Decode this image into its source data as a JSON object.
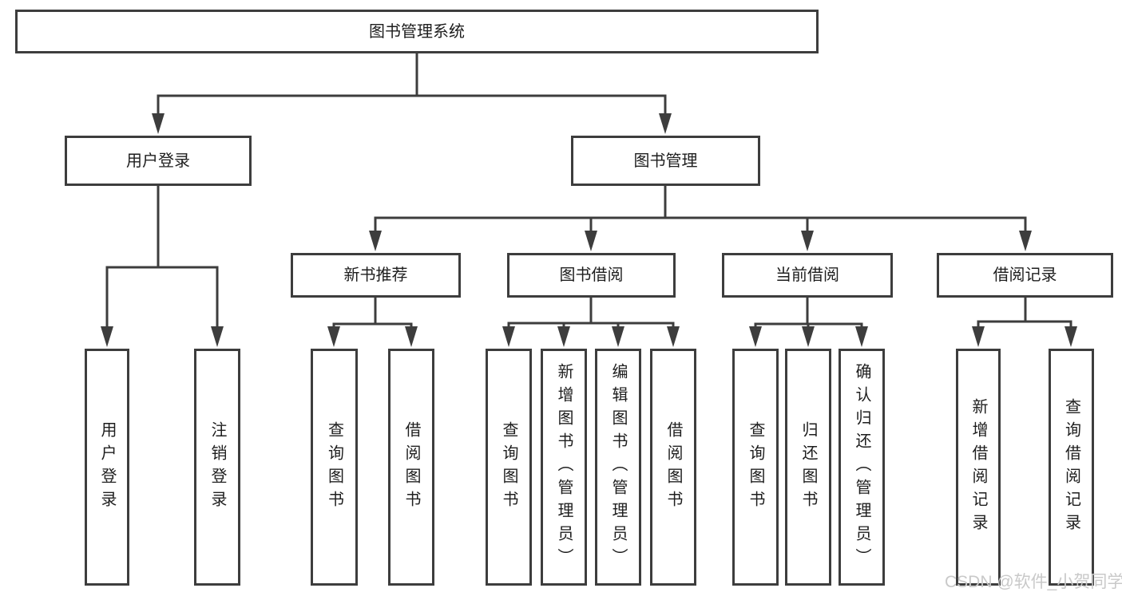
{
  "diagram_title": "图书管理系统",
  "colors": {
    "line": "#3d3d3d",
    "box_border": "#3d3d3d",
    "text": "#1e1e1e",
    "background": "#ffffff",
    "watermark": "#c9c9c9"
  },
  "nodes": {
    "root": {
      "label": "图书管理系统"
    },
    "user_login": {
      "label": "用户登录"
    },
    "book_mgmt": {
      "label": "图书管理"
    },
    "new_book_rec": {
      "label": "新书推荐"
    },
    "book_borrow": {
      "label": "图书借阅"
    },
    "current_borrow": {
      "label": "当前借阅"
    },
    "borrow_records": {
      "label": "借阅记录"
    },
    "ul_login": {
      "label": "用户登录"
    },
    "ul_logout": {
      "label": "注销登录"
    },
    "nb_query": {
      "label": "查询图书"
    },
    "nb_borrow": {
      "label": "借阅图书"
    },
    "bb_query": {
      "label": "查询图书"
    },
    "bb_add": {
      "label": "新增图书（管理员）"
    },
    "bb_edit": {
      "label": "编辑图书（管理员）"
    },
    "bb_borrow": {
      "label": "借阅图书"
    },
    "cb_query": {
      "label": "查询图书"
    },
    "cb_return": {
      "label": "归还图书"
    },
    "cb_confirm": {
      "label": "确认归还（管理员）"
    },
    "br_add": {
      "label": "新增借阅记录"
    },
    "br_query": {
      "label": "查询借阅记录"
    }
  },
  "hierarchy": {
    "root": [
      "user_login",
      "book_mgmt"
    ],
    "user_login": [
      "ul_login",
      "ul_logout"
    ],
    "book_mgmt": [
      "new_book_rec",
      "book_borrow",
      "current_borrow",
      "borrow_records"
    ],
    "new_book_rec": [
      "nb_query",
      "nb_borrow"
    ],
    "book_borrow": [
      "bb_query",
      "bb_add",
      "bb_edit",
      "bb_borrow"
    ],
    "current_borrow": [
      "cb_query",
      "cb_return",
      "cb_confirm"
    ],
    "borrow_records": [
      "br_add",
      "br_query"
    ]
  },
  "watermark": "CSDN @软件_小贺同学"
}
